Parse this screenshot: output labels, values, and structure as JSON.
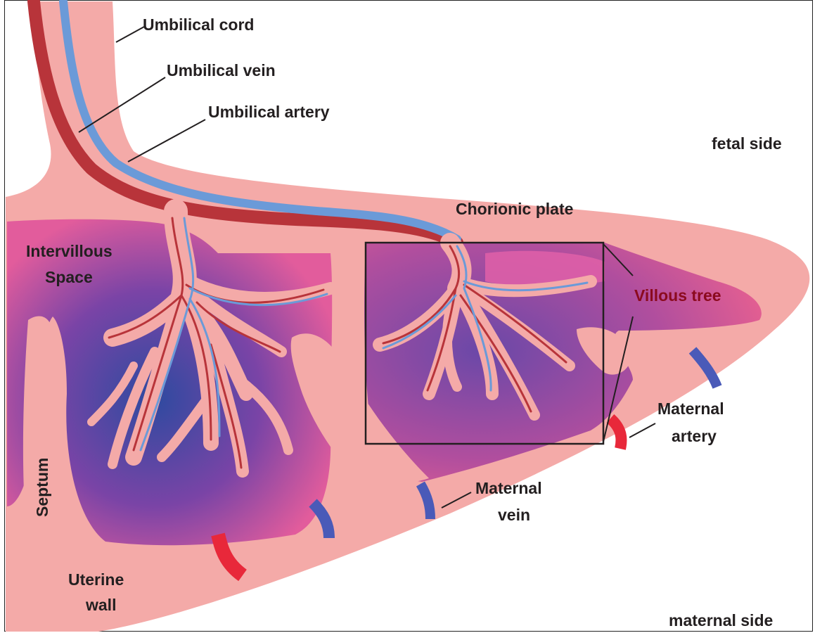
{
  "labels": {
    "umbilical_cord": "Umbilical cord",
    "umbilical_vein": "Umbilical vein",
    "umbilical_artery": "Umbilical artery",
    "fetal_side": "fetal side",
    "chorionic_plate": "Chorionic plate",
    "intervillous_line1": "Intervillous",
    "intervillous_line2": "Space",
    "villous_tree": "Villous tree",
    "maternal_artery_line1": "Maternal",
    "maternal_artery_line2": "artery",
    "maternal_vein_line1": "Maternal",
    "maternal_vein_line2": "vein",
    "septum": "Septum",
    "uterine_line1": "Uterine",
    "uterine_line2": "wall",
    "maternal_side": "maternal side"
  },
  "colors": {
    "tissue": "#f4aaa8",
    "vein": "#b8343a",
    "artery": "#6b9ad8",
    "space_dark": "#3a4fa0",
    "space_pink": "#e05c9a",
    "maternal_artery": "#e8283a",
    "maternal_vein": "#4a5ab8",
    "label_text": "#231f20",
    "villous_label": "#8b0a1e"
  }
}
